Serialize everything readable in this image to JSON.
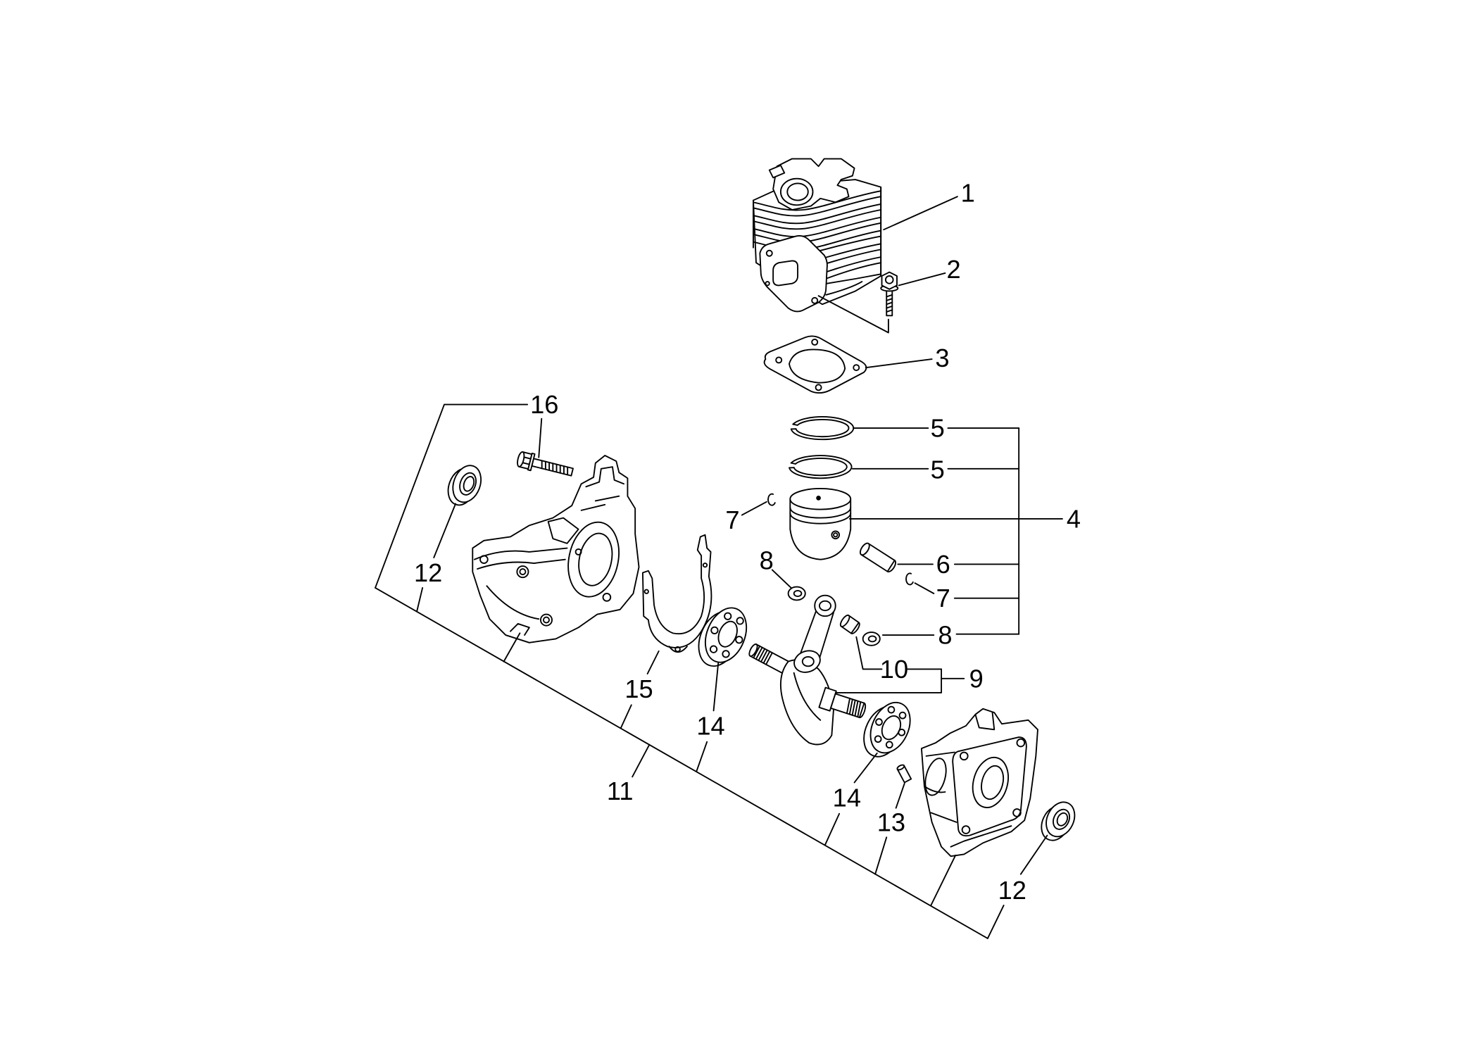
{
  "colors": {
    "line": "#000000",
    "background": "#ffffff"
  },
  "diagram": {
    "callouts": [
      {
        "label": "1"
      },
      {
        "label": "2"
      },
      {
        "label": "3"
      },
      {
        "label": "4"
      },
      {
        "label": "5"
      },
      {
        "label": "5"
      },
      {
        "label": "6"
      },
      {
        "label": "7"
      },
      {
        "label": "7"
      },
      {
        "label": "8"
      },
      {
        "label": "8"
      },
      {
        "label": "9"
      },
      {
        "label": "10"
      },
      {
        "label": "11"
      },
      {
        "label": "12"
      },
      {
        "label": "12"
      },
      {
        "label": "13"
      },
      {
        "label": "14"
      },
      {
        "label": "14"
      },
      {
        "label": "15"
      },
      {
        "label": "16"
      }
    ]
  }
}
